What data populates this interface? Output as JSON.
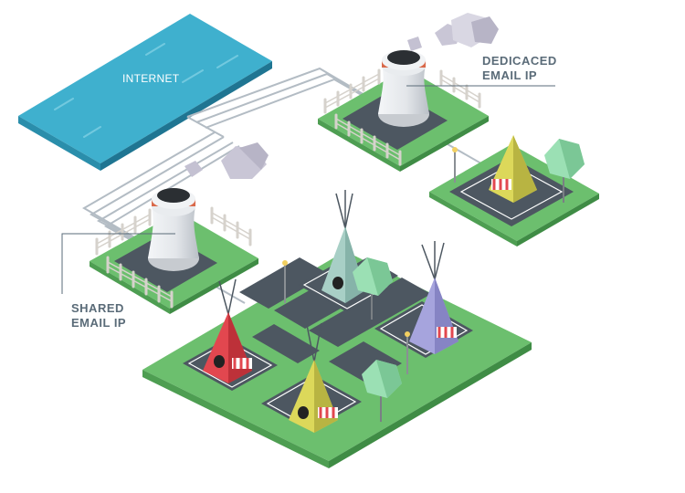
{
  "diagram": {
    "internet_label": "INTERNET",
    "dedicated": {
      "line1": "DEDICACED",
      "line2": "EMAIL IP"
    },
    "shared": {
      "line1": "SHARED",
      "line2": "EMAIL IP"
    }
  },
  "colors": {
    "internet_top": "#3fb0ce",
    "grass": "#6cbf6e",
    "road": "#4d5761",
    "tower": "#e6e9ec",
    "tower_band": "#d9694a",
    "tent_teal": "#a8cfc6",
    "tent_red": "#e2474f",
    "tent_yellow": "#dcd85a",
    "tent_purple": "#a6a4dd",
    "tree": "#9be0b4",
    "smoke": "#c9c6d6",
    "wire": "#b3bcc4"
  }
}
